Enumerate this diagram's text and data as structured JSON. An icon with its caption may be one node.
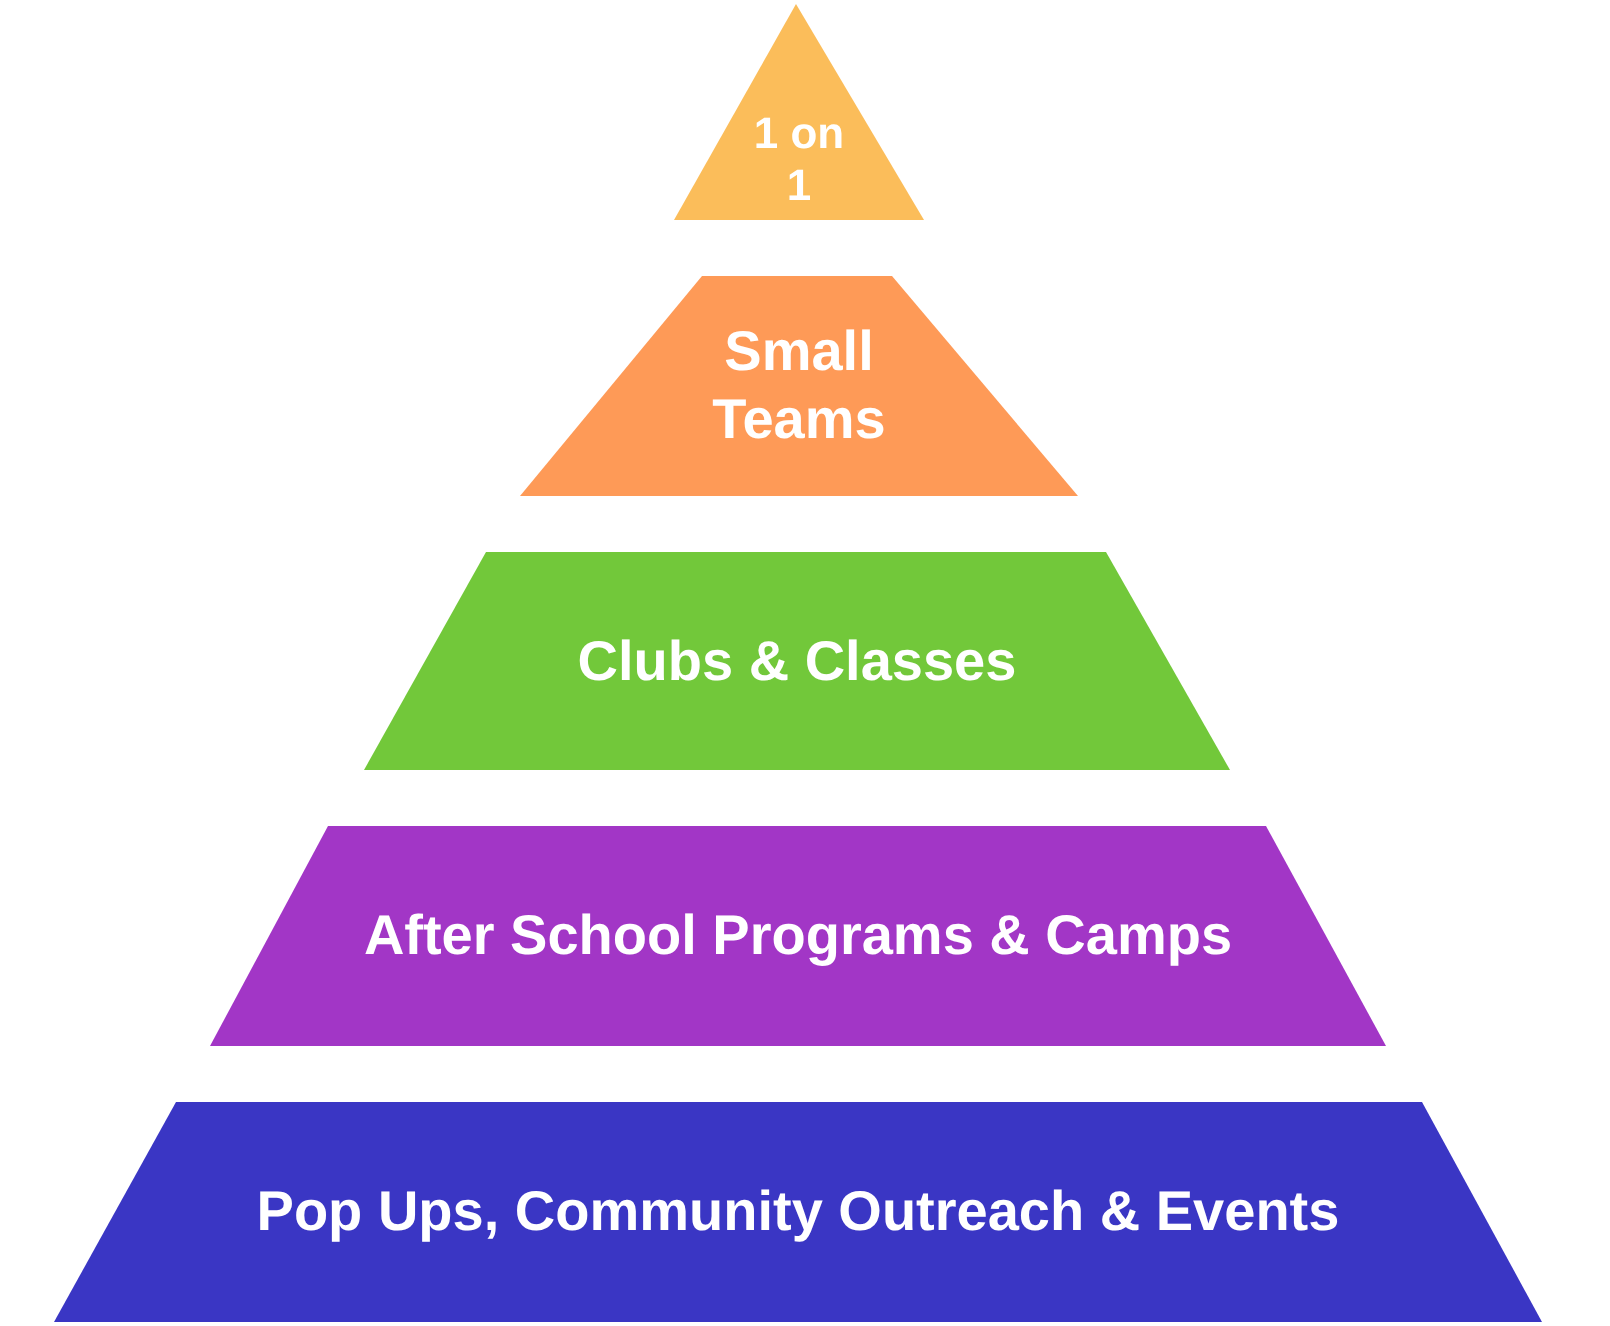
{
  "diagram": {
    "nodes": [
      {
        "text": [
          "1 on 1"
        ]
      },
      {
        "text": [
          "Small Teams"
        ]
      },
      {
        "text": [
          "Clubs & Classes"
        ]
      },
      {
        "text": [
          "After School Programs & Camps"
        ]
      },
      {
        "text": [
          "Pop Ups, Community Outreach & Events"
        ]
      }
    ]
  }
}
